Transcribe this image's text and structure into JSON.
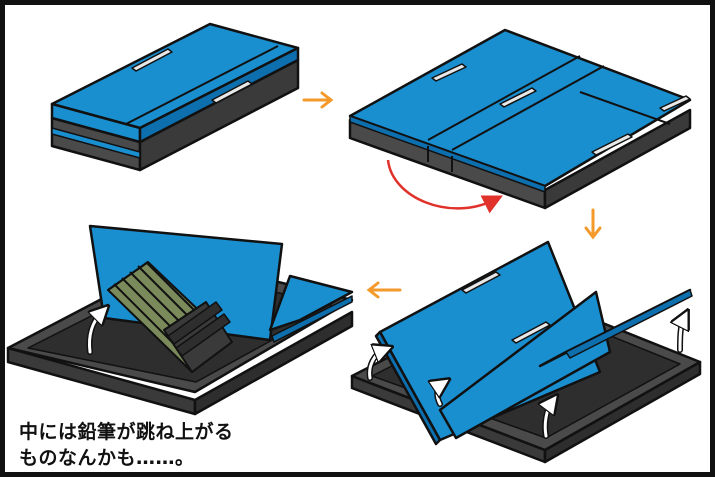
{
  "caption": {
    "line1": "中には鉛筆が跳ね上がる",
    "line2": "ものなんかも……。"
  },
  "colors": {
    "lid_blue": "#1a8fd0",
    "lid_blue_dark": "#0d6fae",
    "body_gray": "#4a4a4a",
    "outline": "#111111",
    "arrow_orange": "#f39a2b",
    "curve_red": "#e0312a",
    "pencil_green": "#7a8a5a"
  },
  "steps": [
    {
      "state": "closed"
    },
    {
      "state": "lid-folded-open"
    },
    {
      "state": "compartments-pop-up"
    },
    {
      "state": "pencils-spring-up"
    }
  ]
}
